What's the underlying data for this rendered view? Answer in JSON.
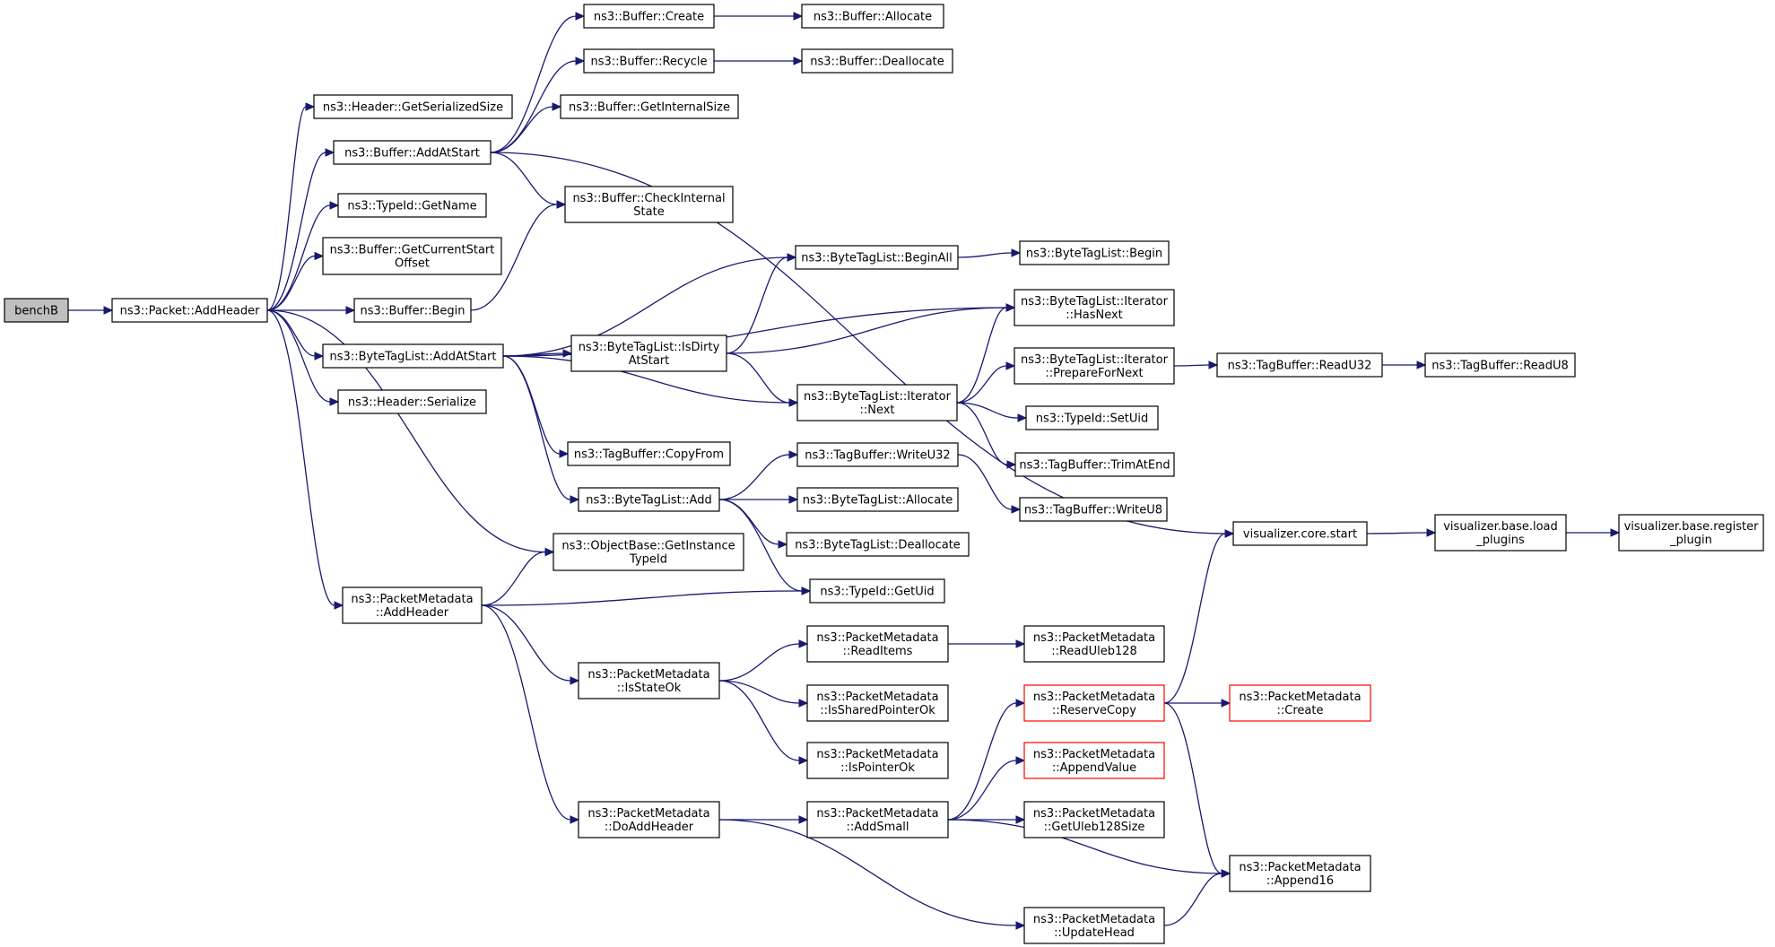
{
  "diagram": {
    "nodes": [
      {
        "id": "benchB",
        "lines": [
          "benchB"
        ],
        "root": true
      },
      {
        "id": "packet_addheader",
        "lines": [
          "ns3::Packet::AddHeader"
        ]
      },
      {
        "id": "header_getserializedsize",
        "lines": [
          "ns3::Header::GetSerializedSize"
        ]
      },
      {
        "id": "buffer_addatstart",
        "lines": [
          "ns3::Buffer::AddAtStart"
        ]
      },
      {
        "id": "typeid_getname",
        "lines": [
          "ns3::TypeId::GetName"
        ]
      },
      {
        "id": "buffer_getcurrentstartoffset",
        "lines": [
          "ns3::Buffer::GetCurrentStart",
          "Offset"
        ]
      },
      {
        "id": "buffer_begin",
        "lines": [
          "ns3::Buffer::Begin"
        ]
      },
      {
        "id": "bytetaglist_addatstart",
        "lines": [
          "ns3::ByteTagList::AddAtStart"
        ]
      },
      {
        "id": "header_serialize",
        "lines": [
          "ns3::Header::Serialize"
        ]
      },
      {
        "id": "packetmetadata_addheader",
        "lines": [
          "ns3::PacketMetadata",
          "::AddHeader"
        ]
      },
      {
        "id": "buffer_create",
        "lines": [
          "ns3::Buffer::Create"
        ]
      },
      {
        "id": "buffer_recycle",
        "lines": [
          "ns3::Buffer::Recycle"
        ]
      },
      {
        "id": "buffer_getinternalsize",
        "lines": [
          "ns3::Buffer::GetInternalSize"
        ]
      },
      {
        "id": "buffer_checkinternalstate",
        "lines": [
          "ns3::Buffer::CheckInternal",
          "State"
        ]
      },
      {
        "id": "buffer_allocate",
        "lines": [
          "ns3::Buffer::Allocate"
        ]
      },
      {
        "id": "buffer_deallocate",
        "lines": [
          "ns3::Buffer::Deallocate"
        ]
      },
      {
        "id": "bytetaglist_beginall",
        "lines": [
          "ns3::ByteTagList::BeginAll"
        ]
      },
      {
        "id": "bytetaglist_begin",
        "lines": [
          "ns3::ByteTagList::Begin"
        ]
      },
      {
        "id": "bytetaglist_isdirtyatstart",
        "lines": [
          "ns3::ByteTagList::IsDirty",
          "AtStart"
        ]
      },
      {
        "id": "iterator_hasnext",
        "lines": [
          "ns3::ByteTagList::Iterator",
          "::HasNext"
        ]
      },
      {
        "id": "iterator_next",
        "lines": [
          "ns3::ByteTagList::Iterator",
          "::Next"
        ]
      },
      {
        "id": "iterator_preparefornext",
        "lines": [
          "ns3::ByteTagList::Iterator",
          "::PrepareForNext"
        ]
      },
      {
        "id": "tagbuffer_readu32",
        "lines": [
          "ns3::TagBuffer::ReadU32"
        ]
      },
      {
        "id": "tagbuffer_readu8",
        "lines": [
          "ns3::TagBuffer::ReadU8"
        ]
      },
      {
        "id": "typeid_setuid",
        "lines": [
          "ns3::TypeId::SetUid"
        ]
      },
      {
        "id": "tagbuffer_trimatend",
        "lines": [
          "ns3::TagBuffer::TrimAtEnd"
        ]
      },
      {
        "id": "tagbuffer_copyfrom",
        "lines": [
          "ns3::TagBuffer::CopyFrom"
        ]
      },
      {
        "id": "tagbuffer_writeu32",
        "lines": [
          "ns3::TagBuffer::WriteU32"
        ]
      },
      {
        "id": "tagbuffer_writeu8",
        "lines": [
          "ns3::TagBuffer::WriteU8"
        ]
      },
      {
        "id": "bytetaglist_add",
        "lines": [
          "ns3::ByteTagList::Add"
        ]
      },
      {
        "id": "bytetaglist_allocate",
        "lines": [
          "ns3::ByteTagList::Allocate"
        ]
      },
      {
        "id": "bytetaglist_deallocate",
        "lines": [
          "ns3::ByteTagList::Deallocate"
        ]
      },
      {
        "id": "objectbase_getinstancetypeid",
        "lines": [
          "ns3::ObjectBase::GetInstance",
          "TypeId"
        ]
      },
      {
        "id": "typeid_getuid",
        "lines": [
          "ns3::TypeId::GetUid"
        ]
      },
      {
        "id": "visualizer_core_start",
        "lines": [
          "visualizer.core.start"
        ]
      },
      {
        "id": "visualizer_base_load_plugins",
        "lines": [
          "visualizer.base.load",
          "_plugins"
        ]
      },
      {
        "id": "visualizer_base_register_plugin",
        "lines": [
          "visualizer.base.register",
          "_plugin"
        ]
      },
      {
        "id": "pm_readitems",
        "lines": [
          "ns3::PacketMetadata",
          "::ReadItems"
        ]
      },
      {
        "id": "pm_readuleb128",
        "lines": [
          "ns3::PacketMetadata",
          "::ReadUleb128"
        ]
      },
      {
        "id": "pm_isstateok",
        "lines": [
          "ns3::PacketMetadata",
          "::IsStateOk"
        ]
      },
      {
        "id": "pm_issharedpointerok",
        "lines": [
          "ns3::PacketMetadata",
          "::IsSharedPointerOk"
        ]
      },
      {
        "id": "pm_ispointerok",
        "lines": [
          "ns3::PacketMetadata",
          "::IsPointerOk"
        ]
      },
      {
        "id": "pm_reservecopy",
        "lines": [
          "ns3::PacketMetadata",
          "::ReserveCopy"
        ],
        "truncated": true
      },
      {
        "id": "pm_create",
        "lines": [
          "ns3::PacketMetadata",
          "::Create"
        ],
        "truncated": true
      },
      {
        "id": "pm_appendvalue",
        "lines": [
          "ns3::PacketMetadata",
          "::AppendValue"
        ],
        "truncated": true
      },
      {
        "id": "pm_doaddheader",
        "lines": [
          "ns3::PacketMetadata",
          "::DoAddHeader"
        ]
      },
      {
        "id": "pm_addsmall",
        "lines": [
          "ns3::PacketMetadata",
          "::AddSmall"
        ]
      },
      {
        "id": "pm_getuleb128size",
        "lines": [
          "ns3::PacketMetadata",
          "::GetUleb128Size"
        ]
      },
      {
        "id": "pm_append16",
        "lines": [
          "ns3::PacketMetadata",
          "::Append16"
        ]
      },
      {
        "id": "pm_updatehead",
        "lines": [
          "ns3::PacketMetadata",
          "::UpdateHead"
        ]
      }
    ],
    "edges": [
      [
        "benchB",
        "packet_addheader"
      ],
      [
        "packet_addheader",
        "header_getserializedsize"
      ],
      [
        "packet_addheader",
        "buffer_addatstart"
      ],
      [
        "packet_addheader",
        "typeid_getname"
      ],
      [
        "packet_addheader",
        "buffer_getcurrentstartoffset"
      ],
      [
        "packet_addheader",
        "buffer_begin"
      ],
      [
        "packet_addheader",
        "bytetaglist_addatstart"
      ],
      [
        "packet_addheader",
        "header_serialize"
      ],
      [
        "packet_addheader",
        "objectbase_getinstancetypeid"
      ],
      [
        "packet_addheader",
        "packetmetadata_addheader"
      ],
      [
        "buffer_addatstart",
        "buffer_create"
      ],
      [
        "buffer_addatstart",
        "buffer_recycle"
      ],
      [
        "buffer_addatstart",
        "buffer_getinternalsize"
      ],
      [
        "buffer_addatstart",
        "buffer_checkinternalstate"
      ],
      [
        "buffer_addatstart",
        "visualizer_core_start"
      ],
      [
        "buffer_create",
        "buffer_allocate"
      ],
      [
        "buffer_recycle",
        "buffer_deallocate"
      ],
      [
        "buffer_begin",
        "buffer_checkinternalstate"
      ],
      [
        "bytetaglist_addatstart",
        "bytetaglist_beginall"
      ],
      [
        "bytetaglist_addatstart",
        "iterator_hasnext"
      ],
      [
        "bytetaglist_addatstart",
        "bytetaglist_isdirtyatstart"
      ],
      [
        "bytetaglist_addatstart",
        "iterator_next"
      ],
      [
        "bytetaglist_addatstart",
        "tagbuffer_copyfrom"
      ],
      [
        "bytetaglist_addatstart",
        "bytetaglist_add"
      ],
      [
        "bytetaglist_beginall",
        "bytetaglist_begin"
      ],
      [
        "bytetaglist_isdirtyatstart",
        "bytetaglist_beginall"
      ],
      [
        "bytetaglist_isdirtyatstart",
        "iterator_hasnext"
      ],
      [
        "bytetaglist_isdirtyatstart",
        "iterator_next"
      ],
      [
        "iterator_next",
        "iterator_hasnext"
      ],
      [
        "iterator_next",
        "iterator_preparefornext"
      ],
      [
        "iterator_next",
        "typeid_setuid"
      ],
      [
        "iterator_next",
        "tagbuffer_trimatend"
      ],
      [
        "iterator_preparefornext",
        "tagbuffer_readu32"
      ],
      [
        "tagbuffer_readu32",
        "tagbuffer_readu8"
      ],
      [
        "bytetaglist_add",
        "tagbuffer_writeu32"
      ],
      [
        "bytetaglist_add",
        "bytetaglist_allocate"
      ],
      [
        "bytetaglist_add",
        "bytetaglist_deallocate"
      ],
      [
        "bytetaglist_add",
        "typeid_getuid"
      ],
      [
        "tagbuffer_writeu32",
        "tagbuffer_writeu8"
      ],
      [
        "visualizer_core_start",
        "visualizer_base_load_plugins"
      ],
      [
        "visualizer_base_load_plugins",
        "visualizer_base_register_plugin"
      ],
      [
        "packetmetadata_addheader",
        "objectbase_getinstancetypeid"
      ],
      [
        "packetmetadata_addheader",
        "typeid_getuid"
      ],
      [
        "packetmetadata_addheader",
        "pm_isstateok"
      ],
      [
        "packetmetadata_addheader",
        "pm_doaddheader"
      ],
      [
        "pm_isstateok",
        "pm_readitems"
      ],
      [
        "pm_isstateok",
        "pm_issharedpointerok"
      ],
      [
        "pm_isstateok",
        "pm_ispointerok"
      ],
      [
        "pm_readitems",
        "pm_readuleb128"
      ],
      [
        "pm_doaddheader",
        "pm_addsmall"
      ],
      [
        "pm_doaddheader",
        "pm_updatehead"
      ],
      [
        "pm_addsmall",
        "pm_reservecopy"
      ],
      [
        "pm_addsmall",
        "pm_appendvalue"
      ],
      [
        "pm_addsmall",
        "pm_getuleb128size"
      ],
      [
        "pm_addsmall",
        "pm_append16"
      ],
      [
        "pm_reservecopy",
        "visualizer_core_start"
      ],
      [
        "pm_reservecopy",
        "pm_create"
      ],
      [
        "pm_reservecopy",
        "pm_append16"
      ],
      [
        "pm_updatehead",
        "pm_append16"
      ]
    ]
  }
}
